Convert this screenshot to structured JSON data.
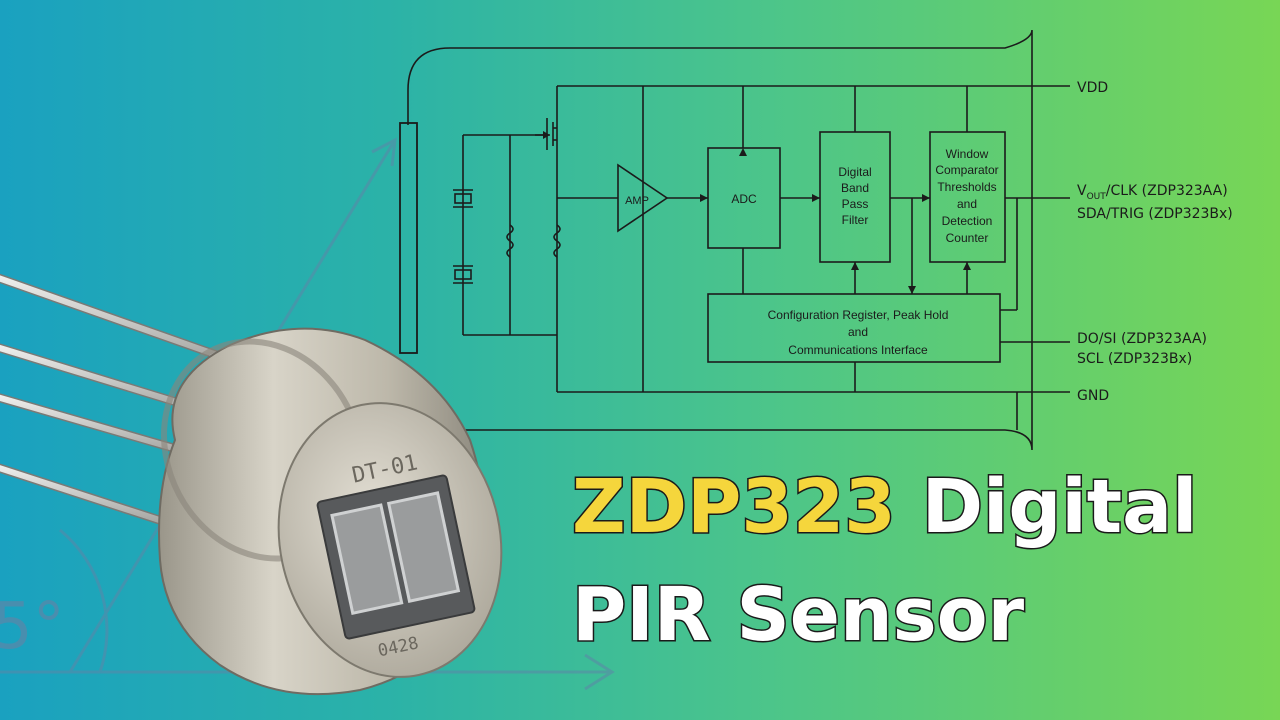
{
  "title": {
    "highlight": "ZDP323",
    "line1_rest": "Digital",
    "line2": "PIR Sensor"
  },
  "diagram": {
    "blocks": {
      "amp": "AMP",
      "adc": "ADC",
      "filter": [
        "Digital",
        "Band",
        "Pass",
        "Filter"
      ],
      "comparator": [
        "Window",
        "Comparator",
        "Thresholds",
        "and",
        "Detection",
        "Counter"
      ],
      "config": [
        "Configuration Register, Peak Hold",
        "and",
        "Communications Interface"
      ]
    },
    "pins": {
      "vdd": "VDD",
      "vout_main": "V",
      "vout_sub": "OUT",
      "vout_rest": "/CLK (ZDP323AA)",
      "sda": "SDA/TRIG (ZDP323Bx)",
      "do_si": "DO/SI (ZDP323AA)",
      "scl": "SCL (ZDP323Bx)",
      "gnd": "GND"
    }
  },
  "sensor": {
    "marking_top": "DT-01",
    "marking_bottom": "0428"
  },
  "background": {
    "angle_label": "5°"
  },
  "colors": {
    "highlight_text": "#f5d63c",
    "title_text": "#ffffff",
    "outline": "#1a1a1a",
    "line": "#1b1b1b"
  }
}
